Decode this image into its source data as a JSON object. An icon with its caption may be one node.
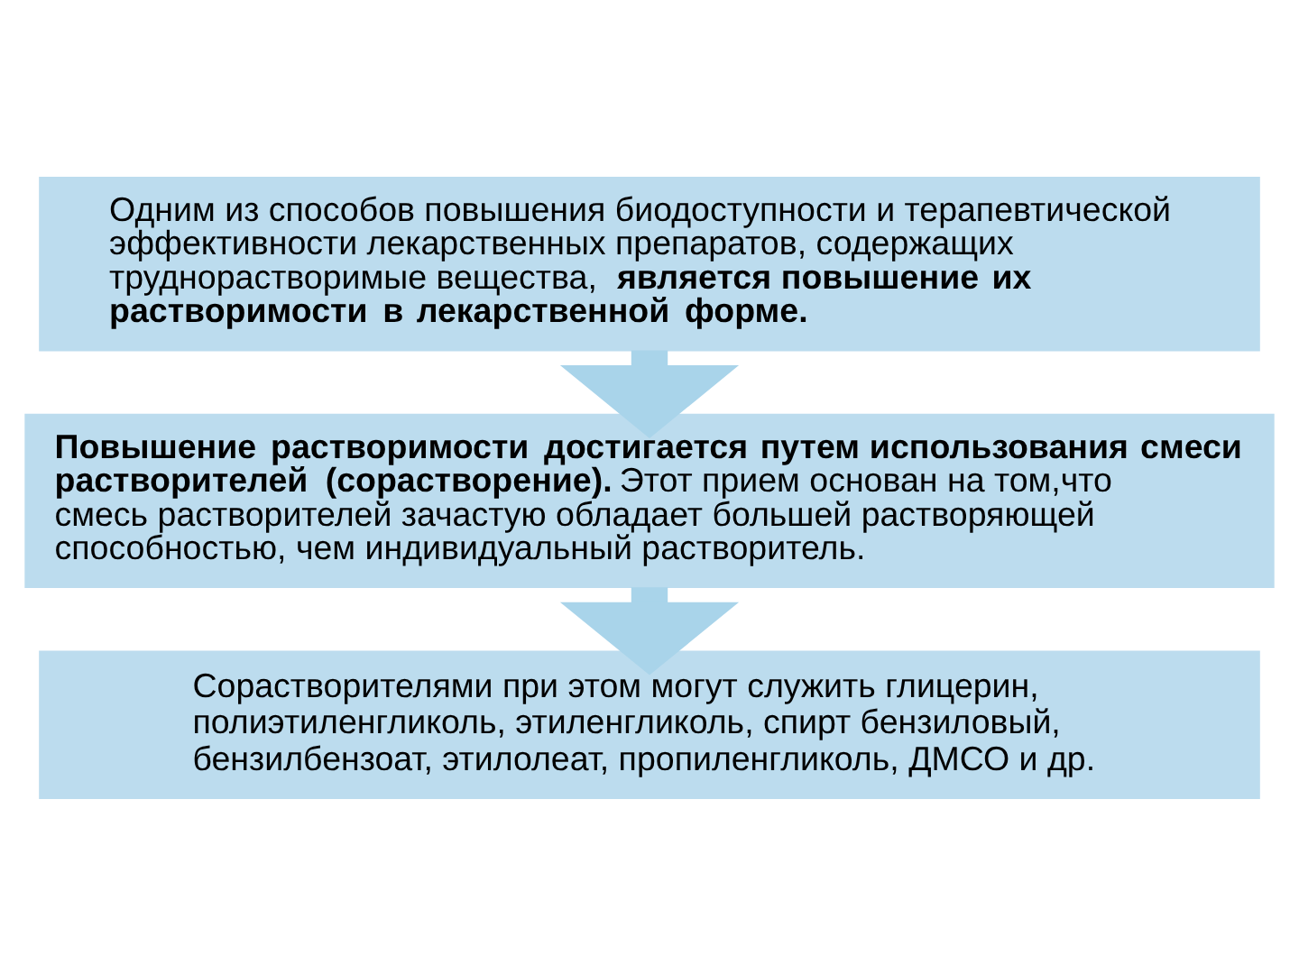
{
  "diagram": {
    "nodes": [
      {
        "text": [
          "Одним из способов повышения биодоступности и терапевтической эффективности лекарственных препаратов, содержащих труднорастворимые вещества, **является повышение их растворимости в лекарственной форме.**"
        ]
      },
      {
        "text": [
          "**Повышение растворимости достигается путем использования смеси растворителей (сорастворение).** Этот прием основан на том,что смесь растворителей зачастую обладает большей растворяющей способностью, чем индивидуальный растворитель."
        ]
      },
      {
        "text": [
          "Сорастворителями при этом могут служить глицерин, полиэтиленгликоль, этиленгликоль, спирт бензиловый, бензилбензоат, этилолеат, пропиленгликоль, ДМСО и др."
        ]
      }
    ],
    "edges": [
      {
        "from": 0,
        "to": 1,
        "arrow": "to"
      },
      {
        "from": 1,
        "to": 2,
        "arrow": "to"
      }
    ]
  }
}
